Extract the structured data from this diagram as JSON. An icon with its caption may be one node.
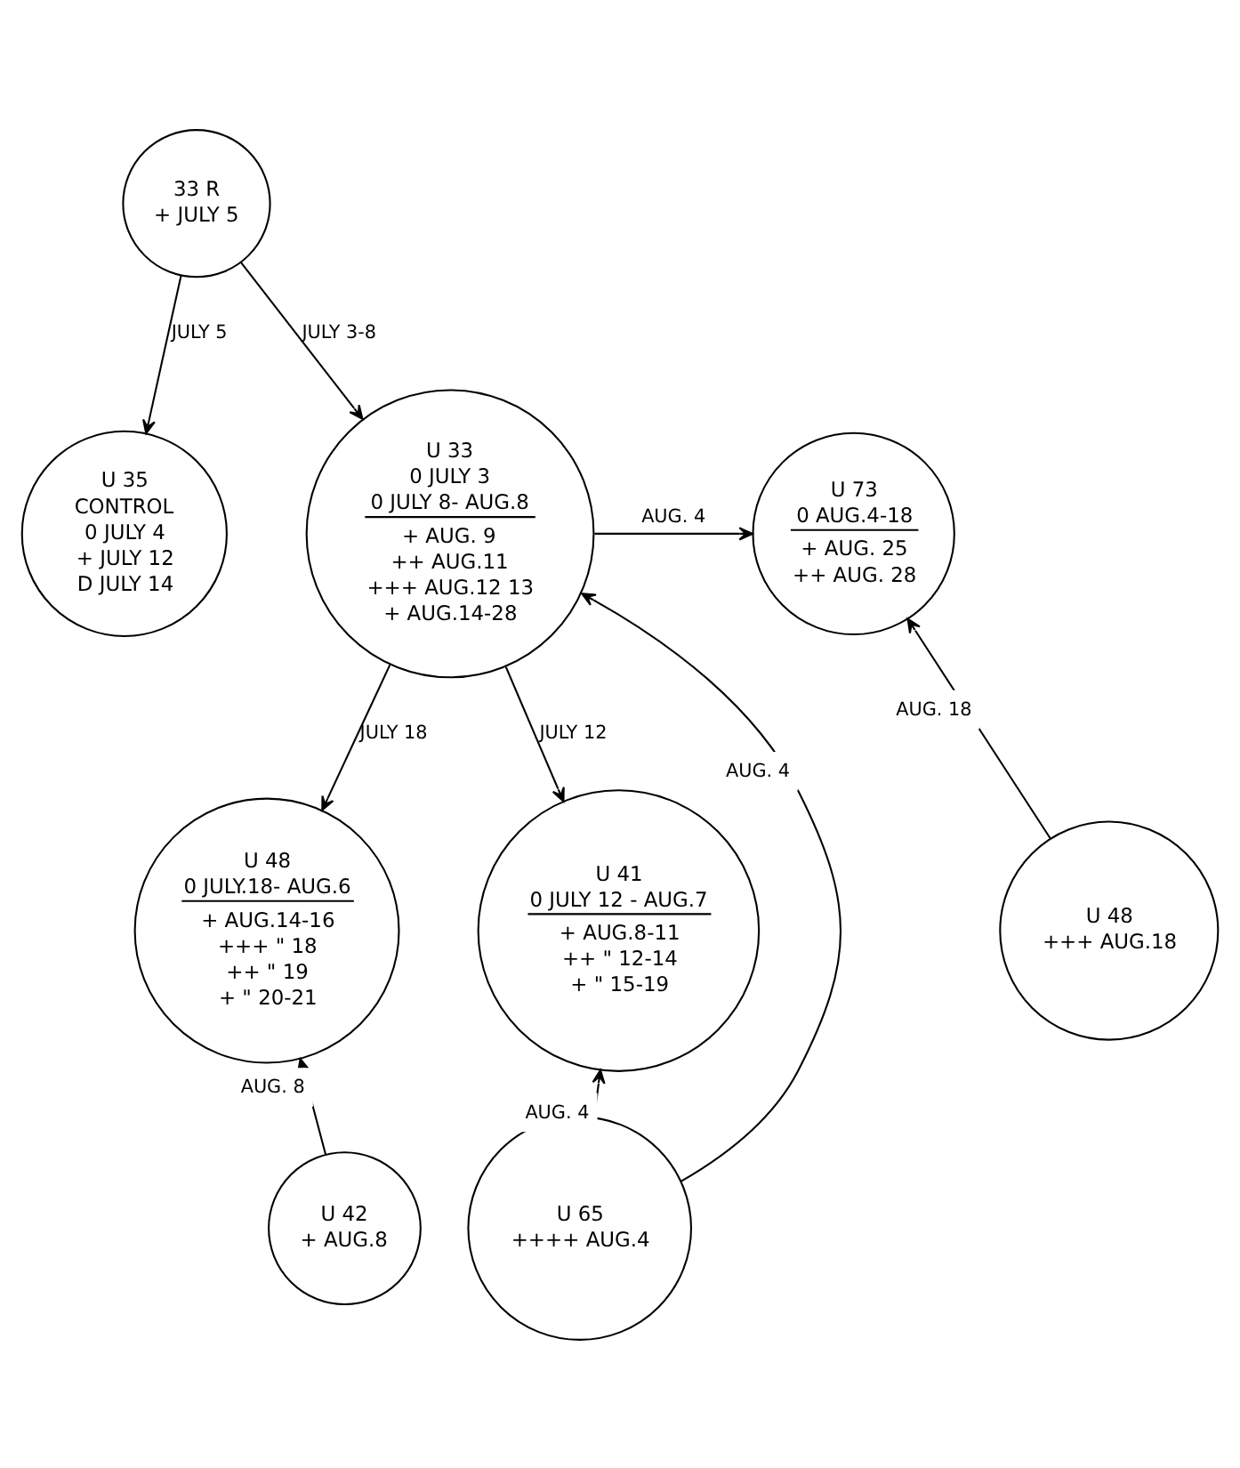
{
  "diagram": {
    "nodes": [
      {
        "text": [
          "33 R",
          "+ JULY 5"
        ]
      },
      {
        "text": [
          "U 35",
          "CONTROL",
          "0 JULY 4",
          "+ JULY 12",
          "D JULY 14"
        ]
      },
      {
        "text": [
          "U 33",
          "0 JULY 3",
          "0 JULY 8- AUG.8",
          "+ AUG. 9",
          "++ AUG.11",
          "+++ AUG.12 13",
          "+ AUG.14-28"
        ]
      },
      {
        "text": [
          "U 73",
          "0 AUG.4-18",
          "+ AUG. 25",
          "++ AUG. 28"
        ]
      },
      {
        "text": [
          "U 48",
          "+++ AUG.18"
        ]
      },
      {
        "text": [
          "U 48",
          "0 JULY.18- AUG.6",
          "+ AUG.14-16",
          "+++ \" 18",
          "++ \" 19",
          "+ \" 20-21"
        ]
      },
      {
        "text": [
          "U 41",
          "0 JULY 12 - AUG.7",
          "+ AUG.8-11",
          "++ \" 12-14",
          "+ \" 15-19"
        ]
      },
      {
        "text": [
          "U 42",
          "+ AUG.8"
        ]
      },
      {
        "text": [
          "U 65",
          "++++ AUG.4"
        ]
      }
    ],
    "edges": [
      {
        "from": 0,
        "to": 1,
        "arrow": "to",
        "label": "JULY 5"
      },
      {
        "from": 0,
        "to": 2,
        "arrow": "to",
        "label": "JULY 3-8"
      },
      {
        "from": 2,
        "to": 3,
        "arrow": "to",
        "label": "AUG. 4"
      },
      {
        "from": 4,
        "to": 3,
        "arrow": "to",
        "label": "AUG. 18"
      },
      {
        "from": 2,
        "to": 5,
        "arrow": "to",
        "label": "JULY 18"
      },
      {
        "from": 2,
        "to": 6,
        "arrow": "to",
        "label": "JULY 12"
      },
      {
        "from": 8,
        "to": 2,
        "arrow": "to",
        "label": "AUG. 4"
      },
      {
        "from": 8,
        "to": 6,
        "arrow": "to",
        "label": "AUG. 4"
      },
      {
        "from": 7,
        "to": 5,
        "arrow": "to",
        "label": "AUG. 8"
      }
    ]
  }
}
